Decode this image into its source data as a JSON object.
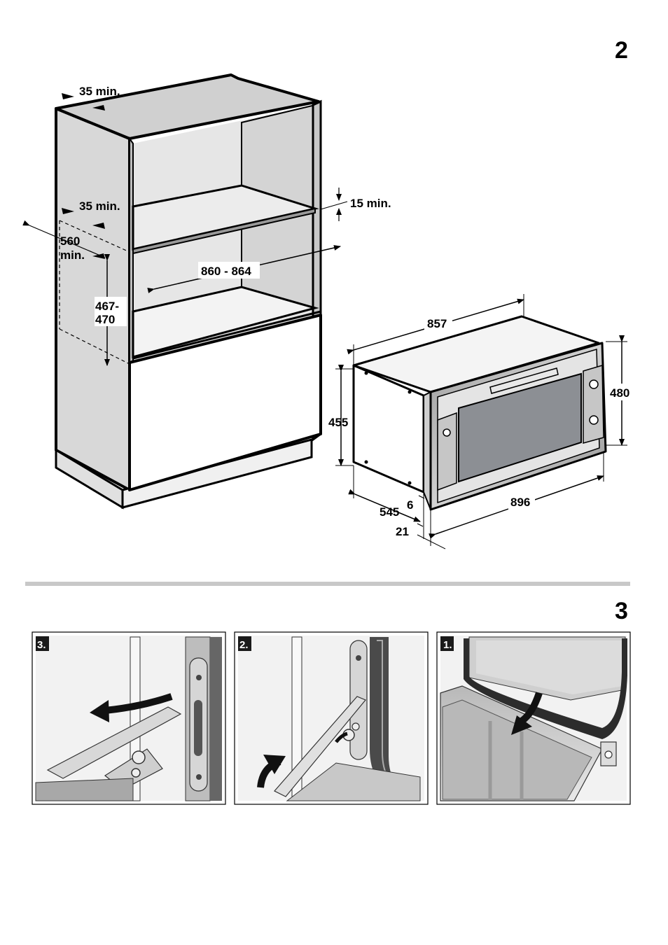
{
  "section_numbers": {
    "installation": "2",
    "door_removal": "3"
  },
  "cabinet_dimensions": {
    "top_gap": "35 min.",
    "shelf_gap": "35 min.",
    "shelf_clearance": "15 min.",
    "depth_value": "560",
    "depth_suffix": "min.",
    "niche_width": "860 - 864",
    "niche_height_line1": "467-",
    "niche_height_line2": "470"
  },
  "oven_dimensions": {
    "width_body": "857",
    "height_body": "455",
    "height_front": "480",
    "depth": "545",
    "frame_offset": "6",
    "door_offset": "21",
    "width_front": "896"
  },
  "steps": [
    "3.",
    "2.",
    "1."
  ],
  "colors": {
    "cabinet_side": "#d8d8d8",
    "cabinet_back": "#e6e6e6",
    "oven_window": "#8c8f94",
    "separator": "#c8c8c8"
  }
}
